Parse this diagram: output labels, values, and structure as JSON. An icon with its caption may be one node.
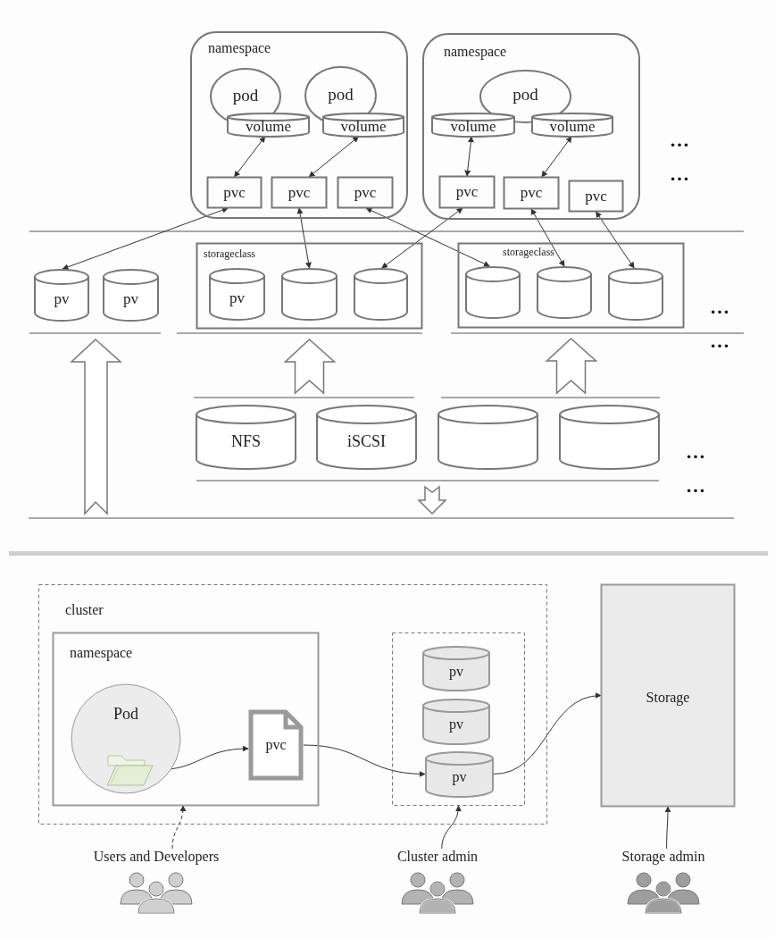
{
  "diagram": {
    "nodes": [
      {
        "text": [
          "namespace"
        ]
      },
      {
        "text": [
          "pod"
        ],
        "in": 0
      },
      {
        "text": [
          "volume"
        ],
        "in": 0
      },
      {
        "text": [
          "pod"
        ],
        "in": 0
      },
      {
        "text": [
          "volume"
        ],
        "in": 0
      },
      {
        "text": [
          "pvc"
        ],
        "in": 0
      },
      {
        "text": [
          "pvc"
        ],
        "in": 0
      },
      {
        "text": [
          "pvc"
        ],
        "in": 0
      },
      {
        "text": [
          "namespace"
        ]
      },
      {
        "text": [
          "pod"
        ],
        "in": 8
      },
      {
        "text": [
          "volume"
        ],
        "in": 8
      },
      {
        "text": [
          "volume"
        ],
        "in": 8
      },
      {
        "text": [
          "pvc"
        ],
        "in": 8
      },
      {
        "text": [
          "pvc"
        ],
        "in": 8
      },
      {
        "text": [
          "pvc"
        ],
        "in": 8
      },
      {
        "text": [
          "pv"
        ]
      },
      {
        "text": [
          "pv"
        ]
      },
      {
        "text": [
          "storageclass"
        ]
      },
      {
        "text": [
          "pv"
        ],
        "in": 17
      },
      {
        "text": [],
        "shape": "cylinder",
        "in": 17
      },
      {
        "text": [],
        "shape": "cylinder",
        "in": 17
      },
      {
        "text": [
          "storageclass"
        ]
      },
      {
        "text": [],
        "shape": "cylinder",
        "in": 21
      },
      {
        "text": [],
        "shape": "cylinder",
        "in": 21
      },
      {
        "text": [],
        "shape": "cylinder",
        "in": 21
      },
      {
        "text": [
          "NFS"
        ]
      },
      {
        "text": [
          "iSCSI"
        ]
      },
      {
        "text": [],
        "shape": "cylinder"
      },
      {
        "text": [],
        "shape": "cylinder"
      },
      {
        "text": [
          "cluster"
        ]
      },
      {
        "text": [
          "namespace"
        ],
        "in": 29
      },
      {
        "text": [
          "Pod"
        ],
        "in": 30
      },
      {
        "text": [],
        "shape": "folder",
        "in": 31
      },
      {
        "text": [
          "pvc"
        ],
        "in": 30
      },
      {
        "text": [],
        "shape": "box",
        "in": 29
      },
      {
        "text": [
          "pv"
        ],
        "in": 34
      },
      {
        "text": [
          "pv"
        ],
        "in": 34
      },
      {
        "text": [
          "pv"
        ],
        "in": 34
      },
      {
        "text": [
          "Storage"
        ]
      },
      {
        "text": [
          "Users and Developers"
        ]
      },
      {
        "text": [
          "Cluster admin"
        ]
      },
      {
        "text": [
          "Storage admin"
        ]
      }
    ],
    "edges": [
      {
        "from": 2,
        "to": 5,
        "arrow": "both"
      },
      {
        "from": 4,
        "to": 6,
        "arrow": "both"
      },
      {
        "from": 10,
        "to": 12,
        "arrow": "both"
      },
      {
        "from": 11,
        "to": 13,
        "arrow": "both"
      },
      {
        "from": 5,
        "to": 15,
        "arrow": "both"
      },
      {
        "from": 6,
        "to": 19,
        "arrow": "both"
      },
      {
        "from": 7,
        "to": 22,
        "arrow": "both"
      },
      {
        "from": 12,
        "to": 20,
        "arrow": "both"
      },
      {
        "from": 13,
        "to": 23,
        "arrow": "both"
      },
      {
        "from": 14,
        "to": 24,
        "arrow": "both"
      },
      {
        "from": 32,
        "to": 33,
        "arrow": "to"
      },
      {
        "from": 33,
        "to": 37,
        "arrow": "to"
      },
      {
        "from": 37,
        "to": 38,
        "arrow": "to"
      },
      {
        "from": 39,
        "to": 30,
        "arrow": "to",
        "style": "dashed"
      },
      {
        "from": 40,
        "to": 34,
        "arrow": "to"
      },
      {
        "from": 41,
        "to": 38,
        "arrow": "to"
      },
      {
        "from": 25,
        "to": 17,
        "arrow": "to",
        "style": "thick"
      },
      {
        "from": 26,
        "to": 17,
        "arrow": "to",
        "style": "thick"
      },
      {
        "from": 27,
        "to": 21,
        "arrow": "to",
        "style": "thick"
      },
      {
        "from": 28,
        "to": 21,
        "arrow": "to",
        "style": "thick"
      }
    ],
    "labels": [
      "…",
      "…",
      "…",
      "…",
      "…",
      "…"
    ]
  }
}
